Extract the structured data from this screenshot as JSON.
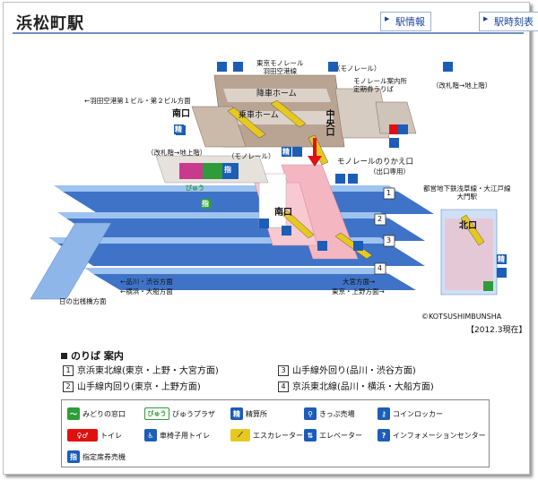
{
  "header": {
    "title": "浜松町駅",
    "links": [
      "駅情報",
      "駅時刻表"
    ]
  },
  "map": {
    "labels": {
      "haneda_direction": "←羽田空港第１ビル・第２ビル方面",
      "monorail_line": "東京モノレール\n羽田空港線",
      "monorail_paren": "（モノレール）",
      "monorail_info": "モノレール案内所\n定期券うりば",
      "kaisatsu_b1": "（改札階→地上階）",
      "kosha_home": "降車ホーム",
      "josha_home": "乗車ホーム",
      "minamiguchi_top": "南口",
      "chuoguchi": "中央口",
      "kaisatsu_ground": "（改札階→地上階）",
      "monorail_small": "（モノレール）",
      "norikae": "モノレールのりかえ口",
      "norikae_sub": "（出口専用）",
      "toei_subway": "都営地下鉄浅草線・大江戸線\n大門駅",
      "minamiguchi": "南口",
      "kitaguchi": "北口",
      "shinagawa_left": "←品川・渋谷方面",
      "yokohama_left": "←横浜・大船方面",
      "hinode": "日の出桟橋方面",
      "omiya_right": "大宮方面→",
      "tokyo_ueno_right": "東京・上野方面→",
      "copyright": "©KOTSUSHIMBUNSHA",
      "asof": "【2012.3現在】",
      "track_1": "1",
      "track_2": "2",
      "track_3": "3",
      "track_4": "4",
      "view_plaza": "びゅう",
      "midori": "指",
      "seisan": "精",
      "seisan2": "精",
      "seisan3": "精",
      "shitei": "指"
    }
  },
  "legend": {
    "title": "のりば 案内",
    "lines": [
      {
        "num": "1",
        "text": "京浜東北線(東京・上野・大宮方面)"
      },
      {
        "num": "3",
        "text": "山手線外回り(品川・渋谷方面)"
      },
      {
        "num": "2",
        "text": "山手線内回り(東京・上野方面)"
      },
      {
        "num": "4",
        "text": "京浜東北線(品川・横浜・大船方面)"
      }
    ],
    "icons": [
      {
        "sym": "〜",
        "label": "みどりの窓口"
      },
      {
        "sym": "びゅう",
        "label": "びゅうプラザ"
      },
      {
        "sym": "精",
        "label": "精算所"
      },
      {
        "sym": "⚲",
        "label": "きっぷ売場"
      },
      {
        "sym": "⚷",
        "label": "コインロッカー"
      },
      {
        "sym": "♀♂",
        "label": "トイレ"
      },
      {
        "sym": "♿",
        "label": "車椅子用トイレ"
      },
      {
        "sym": "⟋",
        "label": "エスカレーター"
      },
      {
        "sym": "⇅",
        "label": "エレベーター"
      },
      {
        "sym": "?",
        "label": "インフォメーションセンター"
      },
      {
        "sym": "指",
        "label": "指定席券売機"
      }
    ]
  },
  "colors": {
    "platform": "#4a7fd0",
    "platform_light": "#9ec3ef",
    "concourse_pink": "#f4b7c2",
    "monorail_building": "#b9a493",
    "escalator": "#e6c81e",
    "icon_blue": "#1c5db8",
    "icon_green": "#2f9c3a",
    "arrow_red": "#e01010"
  }
}
